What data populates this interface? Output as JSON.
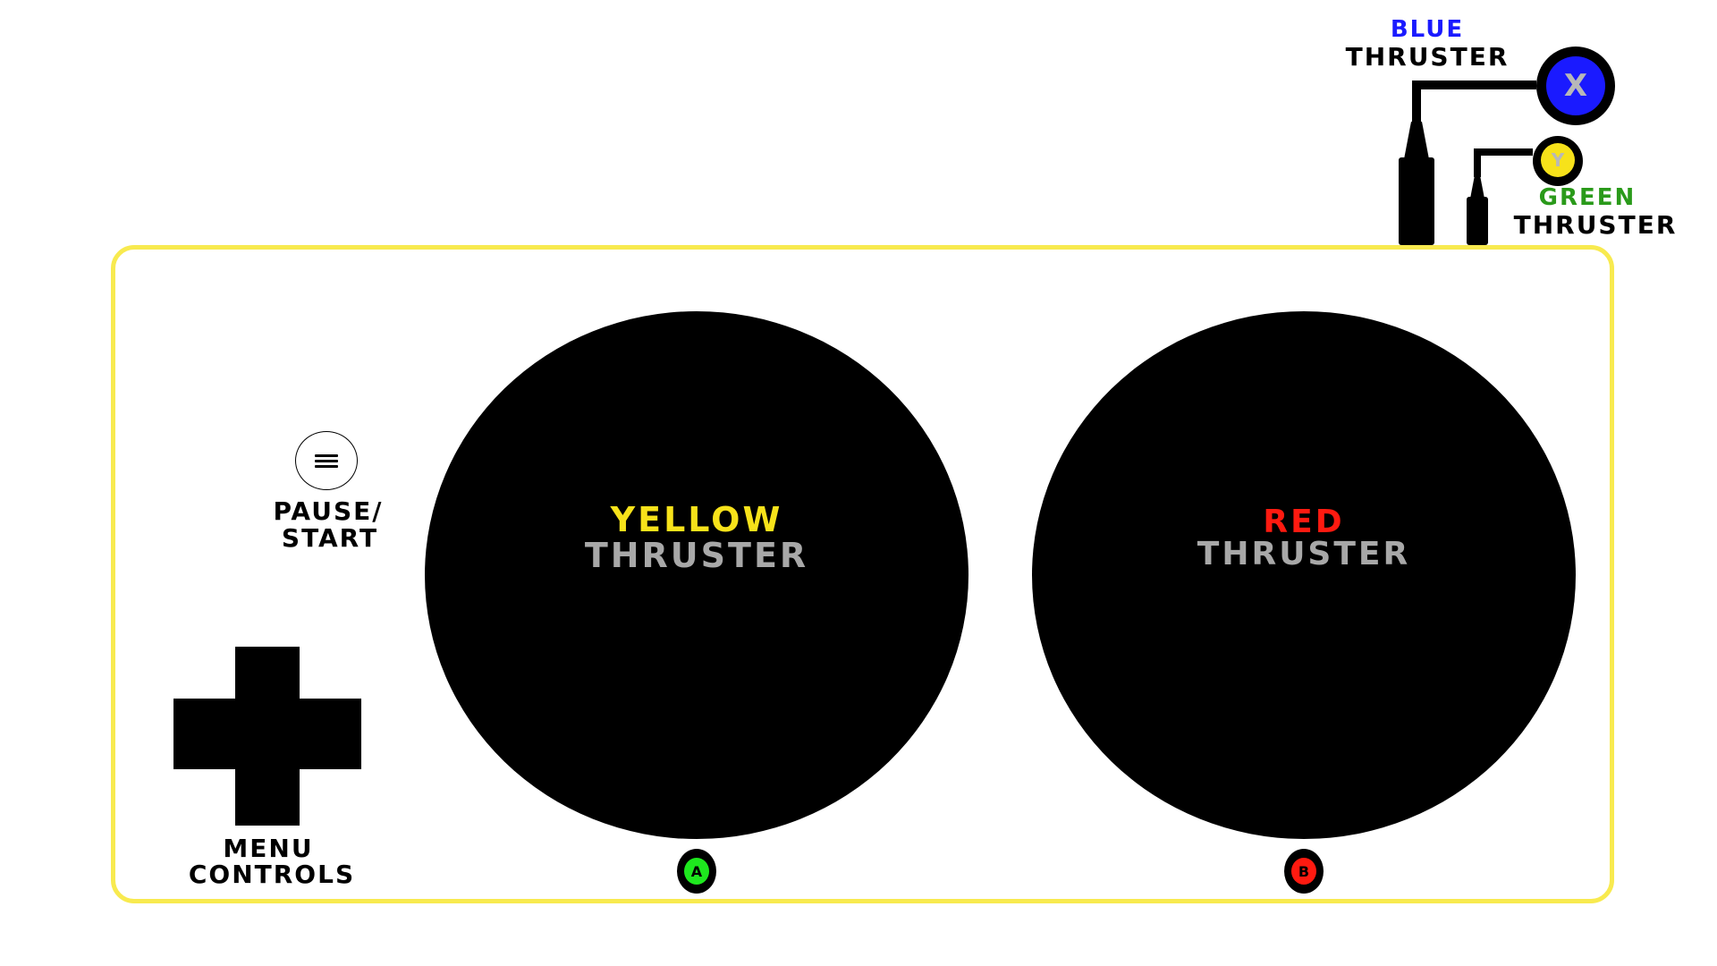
{
  "colors": {
    "outline": "#f8ea4f",
    "yellow": "#f7e21a",
    "red": "#ff1a10",
    "blue": "#1a1aff",
    "green": "#2a9a1a",
    "grey_text": "#a8a8a8",
    "button_a_fill": "#1ee81e",
    "button_b_fill": "#ff1a10",
    "button_x_fill": "#1a1aff",
    "button_y_fill": "#f7e21a"
  },
  "top_right": {
    "blue_label": "Blue",
    "blue_thruster_label": "Thruster",
    "green_label": "Green",
    "green_thruster_label": "Thruster",
    "button_x_glyph": "X",
    "button_y_glyph": "Y"
  },
  "left_buttons": {
    "menu_icon": "hamburger-menu-icon",
    "pause_label_line1": "Pause/",
    "pause_label_line2": "Start",
    "dpad_label_line1": "Menu",
    "dpad_label_line2": "Controls"
  },
  "big_buttons": {
    "left_color_label": "Yellow",
    "left_thruster_label": "Thruster",
    "right_color_label": "Red",
    "right_thruster_label": "Thruster"
  },
  "face_buttons": {
    "a_glyph": "A",
    "b_glyph": "B"
  }
}
